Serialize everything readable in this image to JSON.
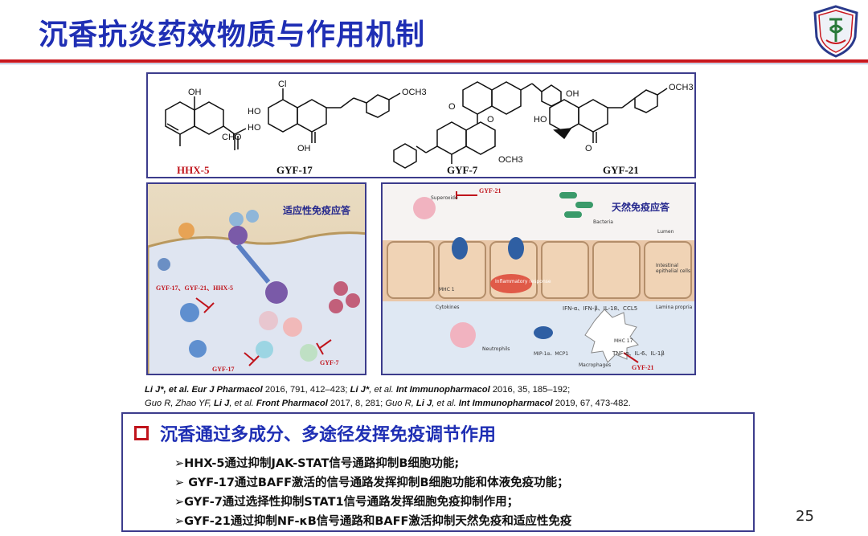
{
  "title": "沉香抗炎药效物质与作用机制",
  "compounds": [
    {
      "name": "HHX-5"
    },
    {
      "name": "GYF-17"
    },
    {
      "name": "GYF-7"
    },
    {
      "name": "GYF-21"
    }
  ],
  "chem_text": {
    "oh": "OH",
    "cl": "Cl",
    "och3": "OCH3",
    "cho": "CHO",
    "ho": "HO",
    "o": "O"
  },
  "fig_left": {
    "title": "适应性免疫应答",
    "tag_compounds": "GYF-17、GYF-21、HHX-5",
    "tag_gyf17": "GYF-17",
    "tag_gyf7": "GYF-7"
  },
  "fig_right": {
    "title": "天然免疫应答",
    "tag_gyf21_top": "GYF-21",
    "tag_gyf21_bottom": "GYF-21",
    "labels": {
      "superoxide": "Superoxide",
      "bacteria": "Bacteria",
      "lumen": "Lumen",
      "epithelial": "Intestinal epithelial cells",
      "lamina": "Lamina propria",
      "inflammatory": "Inflammatory response",
      "neutrophils": "Neutrophils",
      "macrophages": "Macrophages",
      "cytokines": "Cytokines",
      "mhc1": "MHC 1",
      "mhc17": "MHC 17",
      "ifn": "IFN-α、IFN-β、IL-18、CCL5",
      "tnf": "TNF-α、IL-6、IL-1β",
      "mip": "MIP-1α、MCP1"
    }
  },
  "references": [
    [
      {
        "t": "Li J*, et al. Eur J Pharmacol",
        "b": true,
        "i": true
      },
      {
        "t": " 2016, 791, 412–423; ",
        "b": false,
        "i": false
      },
      {
        "t": "Li J*",
        "b": true,
        "i": true
      },
      {
        "t": ", et al. ",
        "b": false,
        "i": true
      },
      {
        "t": "Int Immunopharmacol",
        "b": true,
        "i": true
      },
      {
        "t": " 2016, 35, 185–192;",
        "b": false,
        "i": false
      }
    ],
    [
      {
        "t": "Guo R, Zhao YF, ",
        "b": false,
        "i": true
      },
      {
        "t": "Li J",
        "b": true,
        "i": true
      },
      {
        "t": ", et al. ",
        "b": false,
        "i": true
      },
      {
        "t": "Front Pharmacol",
        "b": true,
        "i": true
      },
      {
        "t": " 2017, 8, 281; ",
        "b": false,
        "i": false
      },
      {
        "t": "Guo R, ",
        "b": false,
        "i": true
      },
      {
        "t": "Li J",
        "b": true,
        "i": true
      },
      {
        "t": ", et al. ",
        "b": false,
        "i": true
      },
      {
        "t": "Int Immunopharmacol",
        "b": true,
        "i": true
      },
      {
        "t": " 2019, 67, 473-482.",
        "b": false,
        "i": false
      }
    ]
  ],
  "summary": {
    "heading": "沉香通过多成分、多途径发挥免疫调节作用",
    "points": [
      "➢HHX-5通过抑制JAK-STAT信号通路抑制B细胞功能;",
      "➢ GYF-17通过BAFF激活的信号通路发挥抑制B细胞功能和体液免疫功能；",
      "➢GYF-7通过选择性抑制STAT1信号通路发挥细胞免疫抑制作用；",
      "➢GYF-21通过抑制NF-κB信号通路和BAFF激活抑制天然免疫和适应性免疫"
    ]
  },
  "page_number": "25",
  "colors": {
    "title_blue": "#1f2fb4",
    "accent_red": "#c8161d",
    "border_navy": "#3c3c8c"
  }
}
